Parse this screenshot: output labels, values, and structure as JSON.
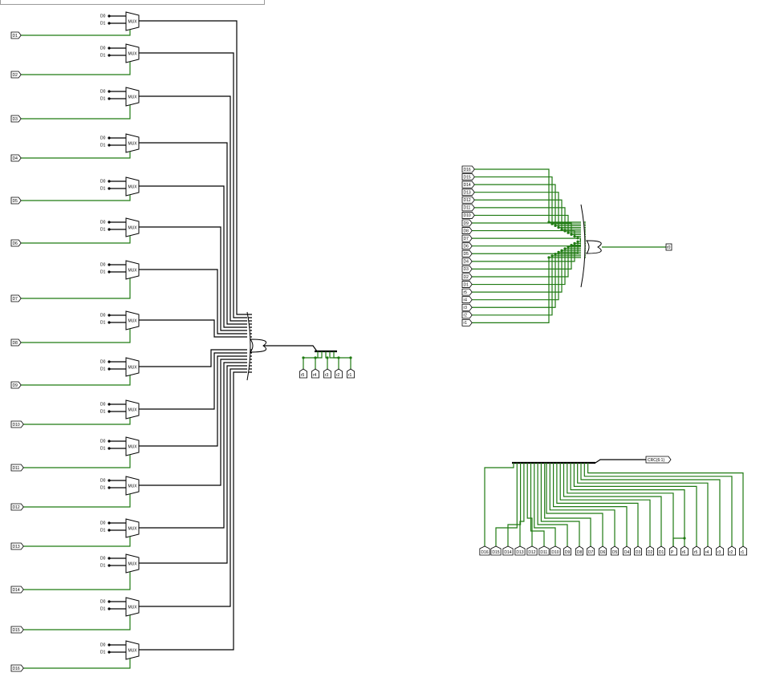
{
  "banner": {
    "warning": "",
    "note": ""
  },
  "colors": {
    "wire_active": "#1f7a12",
    "wire_default": "#000000",
    "background": "#ffffff"
  },
  "mux_label": "MUX",
  "left_inputs": [
    "D1",
    "D2",
    "D3",
    "D4",
    "D5",
    "D6",
    "D7",
    "D8",
    "D9",
    "D10",
    "D11",
    "D12",
    "D13",
    "D14",
    "D15",
    "D16"
  ],
  "mux_pin_labels": [
    [
      "D0",
      "D1"
    ],
    [
      "D0",
      "D1"
    ],
    [
      "D0",
      "D1"
    ],
    [
      "D0",
      "D1"
    ],
    [
      "D0",
      "D1"
    ],
    [
      "D0",
      "D1"
    ],
    [
      "D0",
      "D1"
    ],
    [
      "D0",
      "D1"
    ],
    [
      "D0",
      "D1"
    ],
    [
      "D0",
      "D1"
    ],
    [
      "D0",
      "D1"
    ],
    [
      "D0",
      "D1"
    ],
    [
      "D0",
      "D1"
    ],
    [
      "D0",
      "D1"
    ],
    [
      "D0",
      "D1"
    ],
    [
      "D0",
      "D1"
    ]
  ],
  "left_outputs": [
    "r5",
    "r4",
    "r3",
    "r2",
    "r1"
  ],
  "right_or_inputs": [
    "D16",
    "D15",
    "D14",
    "D13",
    "D12",
    "D11",
    "D10",
    "D9",
    "D8",
    "D7",
    "D6",
    "D5",
    "D4",
    "D3",
    "D2",
    "D1",
    "r5",
    "r4",
    "r3",
    "r2",
    "r1"
  ],
  "right_or_output": "r0",
  "splitter_label": "CRC(6:1)",
  "bottom_pins": [
    "D16",
    "D15",
    "D14",
    "D13",
    "D12",
    "D11",
    "D10",
    "D9",
    "D8",
    "D7",
    "D6",
    "D5",
    "D4",
    "D3",
    "D2",
    "D1",
    "P",
    "r6",
    "r5",
    "r4",
    "r3",
    "r2",
    "r1"
  ]
}
